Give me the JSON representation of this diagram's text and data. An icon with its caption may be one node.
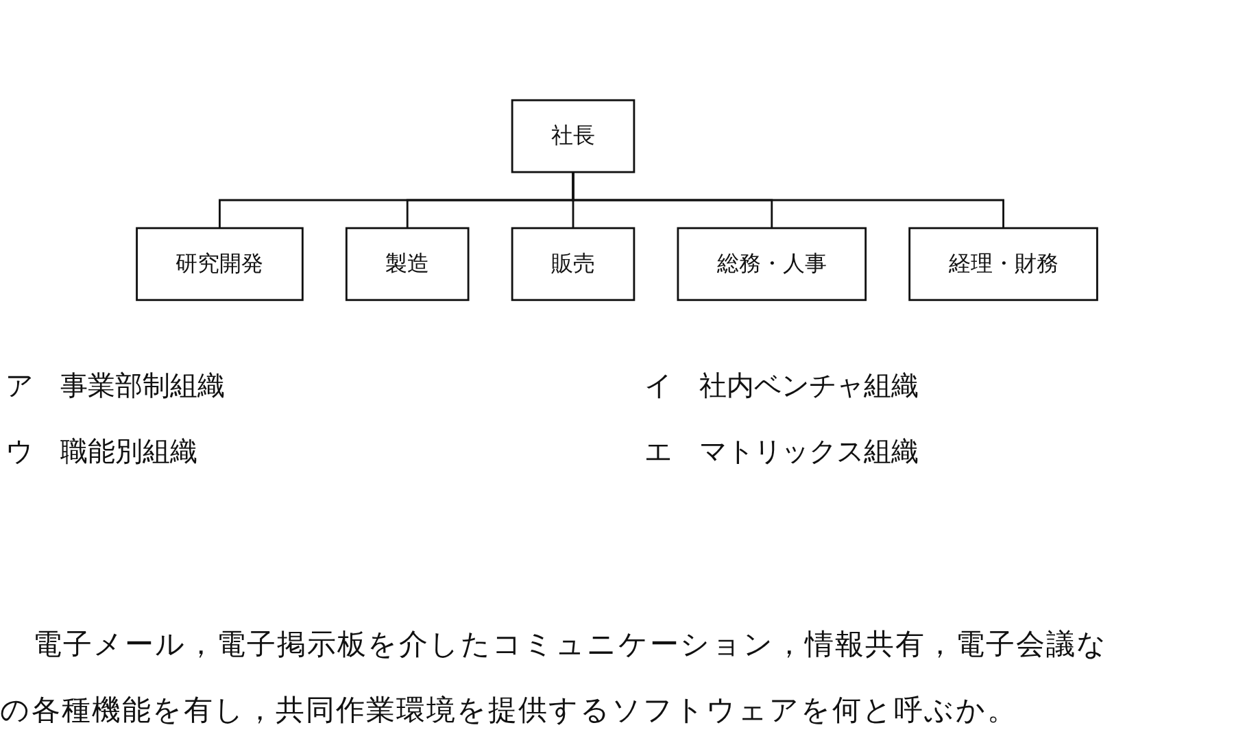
{
  "diagram": {
    "nodes": [
      {
        "text": [
          "社長"
        ]
      },
      {
        "text": [
          "研究開発"
        ]
      },
      {
        "text": [
          "製造"
        ]
      },
      {
        "text": [
          "販売"
        ]
      },
      {
        "text": [
          "総務・人事"
        ]
      },
      {
        "text": [
          "経理・財務"
        ]
      }
    ],
    "edges": [
      {
        "from": 0,
        "to": 1,
        "arrow": "none"
      },
      {
        "from": 0,
        "to": 2,
        "arrow": "none"
      },
      {
        "from": 0,
        "to": 3,
        "arrow": "none"
      },
      {
        "from": 0,
        "to": 4,
        "arrow": "none"
      },
      {
        "from": 0,
        "to": 5,
        "arrow": "none"
      }
    ],
    "labels": [
      "ア　事業部制組織",
      "イ　社内ベンチャ組織",
      "ウ　職能別組織",
      "エ　マトリックス組織",
      "電子メール，電子掲示板を介したコミュニケーション，情報共有，電子会議な",
      "の各種機能を有し，共同作業環境を提供するソフトウェアを何と呼ぶか。"
    ]
  }
}
